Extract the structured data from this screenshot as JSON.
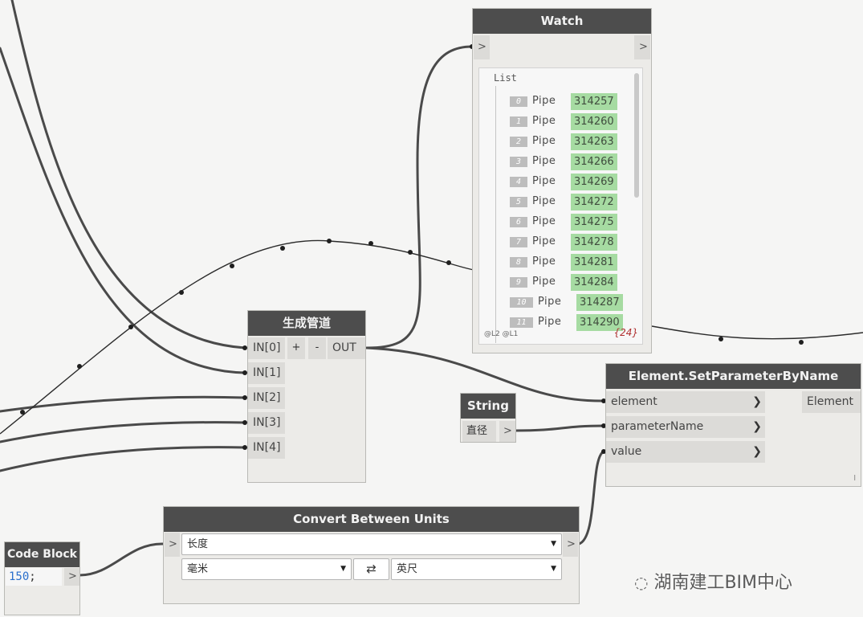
{
  "watch": {
    "title": "Watch",
    "list_label": "List",
    "items": [
      {
        "index": "0",
        "type": "Pipe",
        "id": "314257"
      },
      {
        "index": "1",
        "type": "Pipe",
        "id": "314260"
      },
      {
        "index": "2",
        "type": "Pipe",
        "id": "314263"
      },
      {
        "index": "3",
        "type": "Pipe",
        "id": "314266"
      },
      {
        "index": "4",
        "type": "Pipe",
        "id": "314269"
      },
      {
        "index": "5",
        "type": "Pipe",
        "id": "314272"
      },
      {
        "index": "6",
        "type": "Pipe",
        "id": "314275"
      },
      {
        "index": "7",
        "type": "Pipe",
        "id": "314278"
      },
      {
        "index": "8",
        "type": "Pipe",
        "id": "314281"
      },
      {
        "index": "9",
        "type": "Pipe",
        "id": "314284"
      },
      {
        "index": "10",
        "type": "Pipe",
        "id": "314287"
      },
      {
        "index": "11",
        "type": "Pipe",
        "id": "314290"
      }
    ],
    "levels": "@L2 @L1",
    "count": "{24}",
    "in_port": ">",
    "out_port": ">"
  },
  "generate": {
    "title": "生成管道",
    "inputs": [
      "IN[0]",
      "IN[1]",
      "IN[2]",
      "IN[3]",
      "IN[4]"
    ],
    "add_label": "+",
    "remove_label": "-",
    "output": "OUT"
  },
  "setparam": {
    "title": "Element.SetParameterByName",
    "inputs": [
      "element",
      "parameterName",
      "value"
    ],
    "output": "Element",
    "corner": "l"
  },
  "string_node": {
    "title": "String",
    "value": "直径",
    "out_port": ">"
  },
  "convert": {
    "title": "Convert Between Units",
    "measure": "长度",
    "from_unit": "毫米",
    "swap_label": "⇄",
    "to_unit": "英尺",
    "in_port": ">",
    "out_port": ">"
  },
  "code_block": {
    "title": "Code Block",
    "code_number": "150",
    "code_semicolon": ";",
    "out_port": ">"
  },
  "watermark": "湖南建工BIM中心",
  "colors": {
    "header": "#4d4d4d",
    "node_body": "#ecebe8",
    "value_green": "#a6dba2",
    "wire": "#4a4a4a",
    "count_red": "#b03030",
    "code_blue": "#2a6fcc"
  }
}
